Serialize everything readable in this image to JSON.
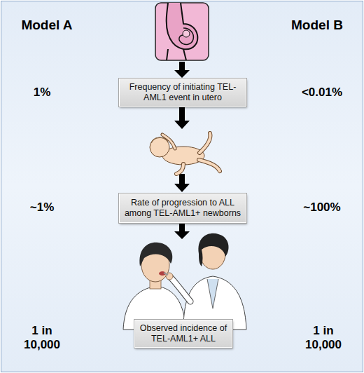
{
  "diagram": {
    "nodes": [
      {
        "text": [
          "Frequency of initiating TEL-AML1 event in utero"
        ]
      },
      {
        "text": [
          "Rate of progression to ALL among TEL-AML1+ newborns"
        ]
      },
      {
        "text": [
          "Observed incidence of TEL-AML1+ ALL"
        ]
      }
    ],
    "labels": [
      "Model A",
      "Model B",
      "1%",
      "<0.01%",
      "~1%",
      "~100%",
      "1 in 10,000",
      "1 in 10,000"
    ]
  }
}
